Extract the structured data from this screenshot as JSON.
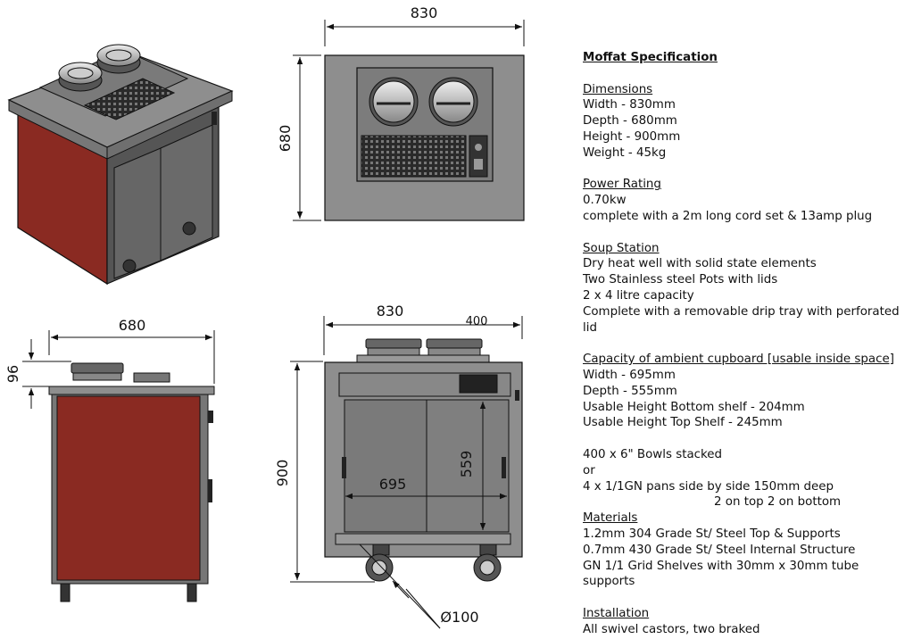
{
  "dimensions": {
    "top_view_width": "830",
    "top_view_depth": "680",
    "side_depth": "680",
    "side_lid_height": "96",
    "front_width": "830",
    "front_400": "400",
    "front_height": "900",
    "inner_width": "695",
    "inner_height": "559",
    "castor": "Ø100"
  },
  "spec": {
    "title": "Moffat Specification",
    "dimensions": {
      "heading": "Dimensions",
      "lines": [
        "Width - 830mm",
        "Depth - 680mm",
        "Height - 900mm",
        "Weight - 45kg"
      ]
    },
    "power": {
      "heading": "Power Rating",
      "lines": [
        "0.70kw",
        "complete with a 2m long cord set & 13amp plug"
      ]
    },
    "soup": {
      "heading": "Soup Station",
      "lines": [
        "Dry heat well with solid state elements",
        "Two Stainless steel Pots with lids",
        "2 x 4 litre capacity",
        "Complete with a removable drip tray with perforated lid"
      ]
    },
    "cupboard": {
      "heading": "Capacity of ambient cupboard [usable inside space]",
      "lines": [
        "Width - 695mm",
        "Depth - 555mm",
        "Usable Height Bottom shelf - 204mm",
        "Usable Height Top Shelf - 245mm"
      ]
    },
    "capacity": {
      "line1": "400  x  6\" Bowls stacked",
      "line2": "or",
      "line3": "4  x  1/1GN pans side by side 150mm deep",
      "line4": "2 on top 2 on bottom"
    },
    "materials": {
      "heading": "Materials",
      "lines": [
        "1.2mm 304 Grade St/ Steel Top & Supports",
        "0.7mm 430 Grade St/ Steel Internal Structure",
        "GN 1/1 Grid Shelves with 30mm x 30mm tube supports"
      ]
    },
    "installation": {
      "heading": "Installation",
      "lines": [
        "All swivel castors, two braked"
      ]
    }
  },
  "colors": {
    "steel": "#8e8e8e",
    "steel_dark": "#6f6f6f",
    "red_panel": "#8a2a22",
    "line": "#111111"
  }
}
